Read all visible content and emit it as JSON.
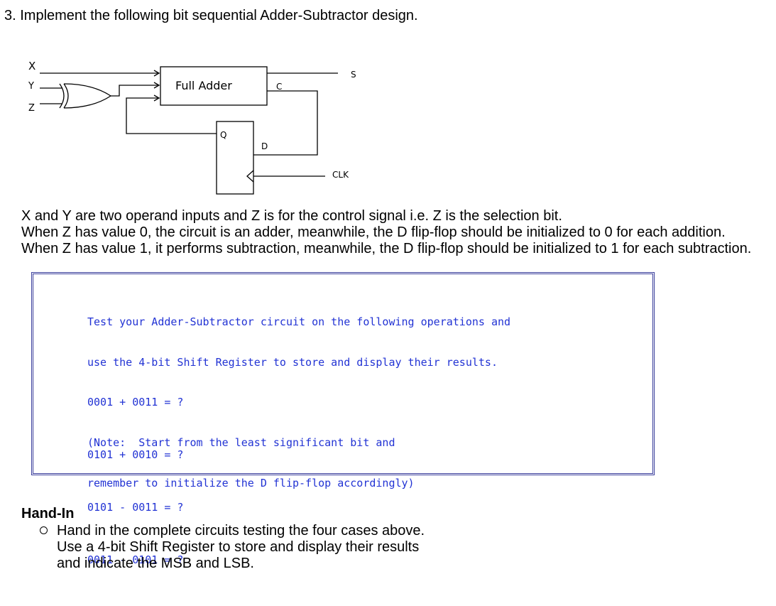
{
  "heading": "3. Implement the following bit sequential Adder-Subtractor design.",
  "diagram": {
    "input_x": "X",
    "input_y": "Y",
    "input_z": "Z",
    "full_adder_label": "Full Adder",
    "carry_label": "C",
    "sum_label": "S",
    "q_label": "Q",
    "d_label": "D",
    "clk_label": "CLK"
  },
  "description": [
    "X and Y are two operand inputs and Z is for the control signal i.e. Z is the selection bit.",
    "When Z has value 0, the circuit is an adder, meanwhile, the D flip-flop should be initialized to 0 for each addition.",
    "When Z has value 1, it performs subtraction, meanwhile, the D flip-flop should be initialized to 1 for each subtraction."
  ],
  "task": {
    "line1": "Test your Adder-Subtractor circuit on the following operations and",
    "line2": "use the 4-bit Shift Register to store and display their results.",
    "note1": "(Note:  Start from the least significant bit and",
    "note2": "remember to initialize the D flip-flop accordingly)",
    "operations": [
      "0001 + 0011 = ?",
      "0101 + 0010 = ?",
      "0101 - 0011 = ?",
      "0011 - 0101 = ?"
    ],
    "border_color": "#3b3f9c",
    "text_color": "#2233d4"
  },
  "handin": {
    "title": "Hand-In",
    "item_line1": "Hand in the complete circuits testing the four cases above.",
    "item_line2": "Use a 4-bit Shift Register to store and display their results",
    "item_line3": "and indicate the MSB and LSB."
  }
}
